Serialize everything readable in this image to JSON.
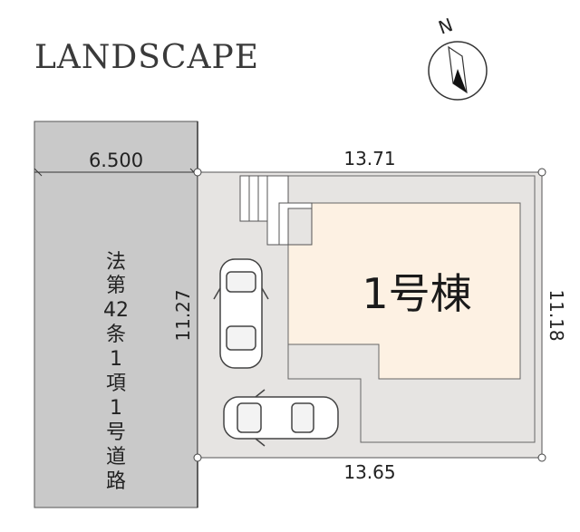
{
  "title": "LANDSCAPE",
  "compass": {
    "north_label": "N"
  },
  "road": {
    "label_chars": [
      "法",
      "第",
      "42",
      "条",
      "1",
      "項",
      "1",
      "号",
      "道",
      "路"
    ],
    "width_label": "6.500",
    "fill_color": "#c9c9c9"
  },
  "lot": {
    "top_label": "13.71",
    "bottom_label": "13.65",
    "left_label": "11.27",
    "right_label": "11.18",
    "fill_color": "#e6e4e2"
  },
  "building": {
    "label": "1号棟",
    "fill_color": "#fdf1e3"
  },
  "icons": [
    "compass-icon",
    "car-icon"
  ]
}
